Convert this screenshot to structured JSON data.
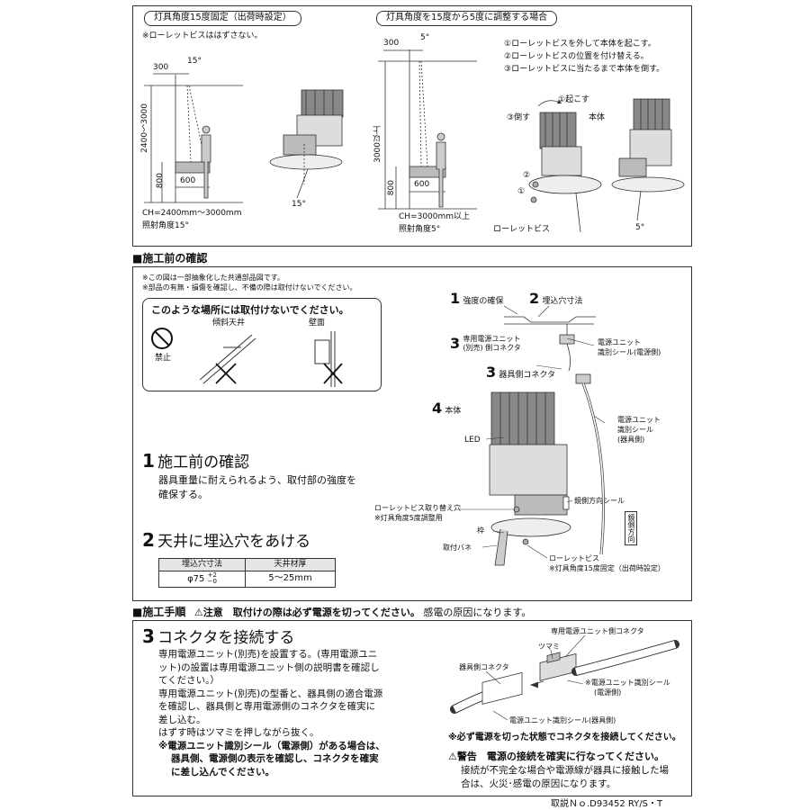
{
  "top": {
    "left_panel": {
      "title": "灯具角度15度固定（出荷時設定）",
      "note": "※ローレットビスははずさない。",
      "dim_300": "300",
      "angle": "15°",
      "height_range": "2400〜3000",
      "dim_800": "800",
      "dim_600": "600",
      "ch_label": "CH=2400mm〜3000mm",
      "angle_label": "照射角度15°",
      "fixture_angle": "15°"
    },
    "right_panel": {
      "title": "灯具角度を15度から5度に調整する場合",
      "dim_300": "300",
      "angle": "5°",
      "height_label": "3000以上",
      "dim_800": "800",
      "dim_600": "600",
      "ch_label": "CH=3000mm以上",
      "angle_label": "照射角度5°",
      "steps": [
        "①ローレットビスを外して本体を起こす。",
        "②ローレットビスの位置を付け替える。",
        "③ローレットビスに当たるまで本体を倒す。"
      ],
      "lbl_raise": "①起こす",
      "lbl_tilt": "③倒す",
      "lbl_body": "本体",
      "lbl_2": "②",
      "lbl_1": "①",
      "lbl_screw": "ローレットビス",
      "fixture_angle": "5°"
    }
  },
  "check_section": {
    "heading": "■施工前の確認",
    "note1": "※この図は一部抽象化した共通部品図です。",
    "note2": "※部品の有無・損傷を確認し、不備の際は取付けないでください。",
    "warn_title": "このような場所には取付けないでください。",
    "forbid_label": "禁止",
    "slanted_label": "傾斜天井",
    "wall_label": "壁面",
    "item1_num": "1",
    "item1_title": "施工前の確認",
    "item1_text1": "器具重量に耐えられるよう、取付部の強度を",
    "item1_text2": "確保する。",
    "item2_num": "2",
    "item2_title": "天井に埋込穴をあける",
    "table_head_hole": "埋込穴寸法",
    "table_head_ceiling": "天井材厚",
    "table_hole": "φ75",
    "table_tol_plus": "+2",
    "table_tol_minus": "−0",
    "table_ceiling": "5〜25mm",
    "d1_num": "1",
    "d1_label": "強度の確保",
    "d2_num": "2",
    "d2_label": "埋込穴寸法",
    "d3a_num": "3",
    "d3a_label1": "専用電源ユニット",
    "d3a_label2": "(別売) 側コネクタ",
    "d_unit_seal1": "電源ユニット",
    "d_unit_seal2": "識別シール(電源側)",
    "d3b_num": "3",
    "d3b_label": "器具側コネクタ",
    "d4_num": "4",
    "d4_label": "本体",
    "d_led": "LED",
    "d_seal_fixture1": "電源ユニット",
    "d_seal_fixture2": "識別シール",
    "d_seal_fixture3": "(器具側)",
    "d_screw_hole1": "ローレットビス取り替え穴",
    "d_screw_hole2": "※灯具角度5度調整用",
    "d_frame": "枠",
    "d_spring": "取付バネ",
    "d_knurl1": "ローレットビス",
    "d_knurl2": "※灯具角度15度固定（出荷時設定）",
    "d_mirror_seal": "鏡側方向シール",
    "d_mirror_dir": "鏡側方向"
  },
  "procedure": {
    "heading": "■施工手順",
    "caution": "⚠注意　取付けの際は必ず電源を切ってください。",
    "caution_tail": "感電の原因になります。",
    "step_num": "3",
    "step_title": "コネクタを接続する",
    "lines": [
      "専用電源ユニット(別売)を設置する。(専用電源ユニ",
      "ット)の設置は専用電源ユニット側の説明書を確認し",
      "てください。）",
      "専用電源ユニット(別売)の型番と、器具側の適合電源",
      "を確認し、器具側と専用電源側のコネクタを確実に",
      "差し込む。",
      "はずす時はツマミを押しながら抜く。"
    ],
    "bold_lines": [
      "※電源ユニット識別シール（電源側）がある場合は、",
      "器具側、電源側の表示を確認し、コネクタを確実",
      "に差し込んでください。"
    ],
    "lbl_power_conn": "専用電源ユニット側コネクタ",
    "lbl_knob": "ツマミ",
    "lbl_fixture_conn": "器具側コネクタ",
    "lbl_seal_power1": "※電源ユニット識別シール",
    "lbl_seal_power2": "(電源側)",
    "lbl_seal_fixture": "電源ユニット識別シール(器具側)",
    "must_off": "※必ず電源を切った状態でコネクタを接続してください。",
    "warning_title": "⚠警告　電源の接続を確実に行なってください。",
    "warning_text1": "接続が不完全な場合や電源線が器具に接触した場",
    "warning_text2": "合は、火災･感電の原因になります。"
  },
  "footer": {
    "doc_no": "取説Ｎｏ.D93452 RY/S・T"
  }
}
